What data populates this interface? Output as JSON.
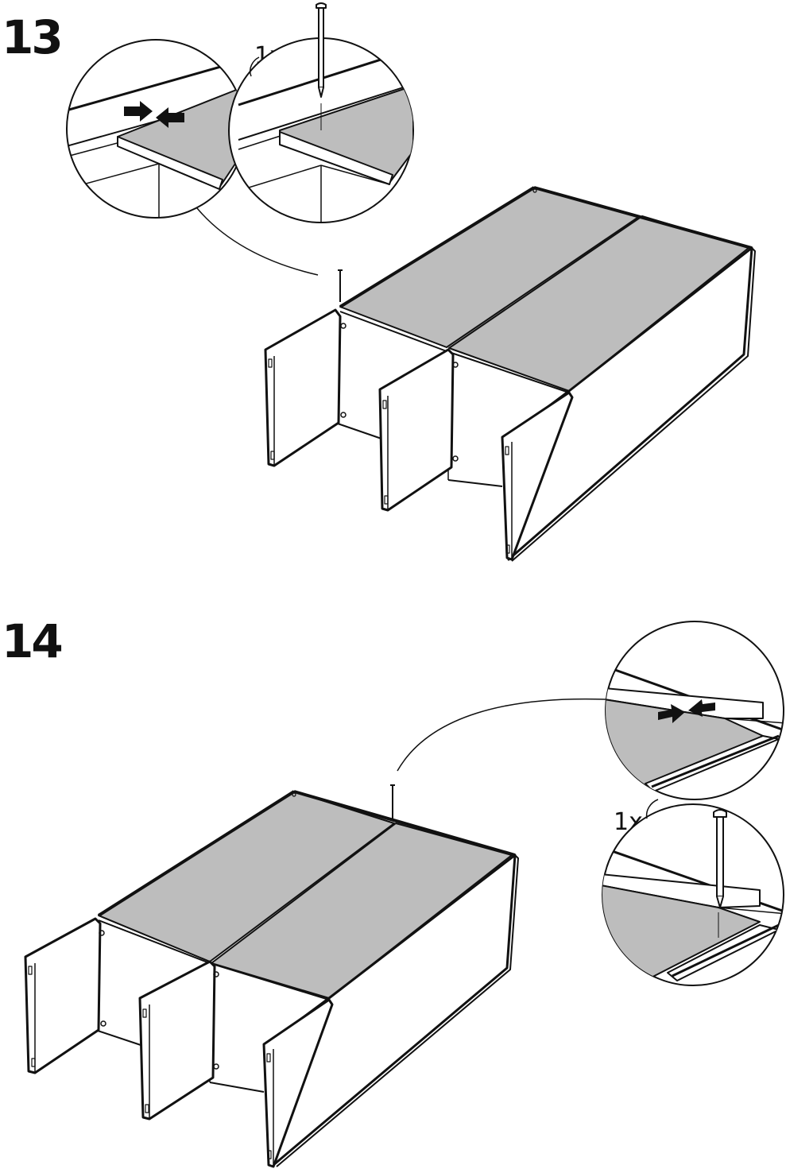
{
  "steps": [
    {
      "number": "13",
      "quantity": "1x"
    },
    {
      "number": "14",
      "quantity": "1x"
    }
  ],
  "colors": {
    "panel_fill": "#bdbdbd",
    "line": "#111111",
    "background": "#ffffff"
  },
  "icons": [
    "nail-icon",
    "push-together-arrows-icon",
    "magnifier-circle"
  ]
}
